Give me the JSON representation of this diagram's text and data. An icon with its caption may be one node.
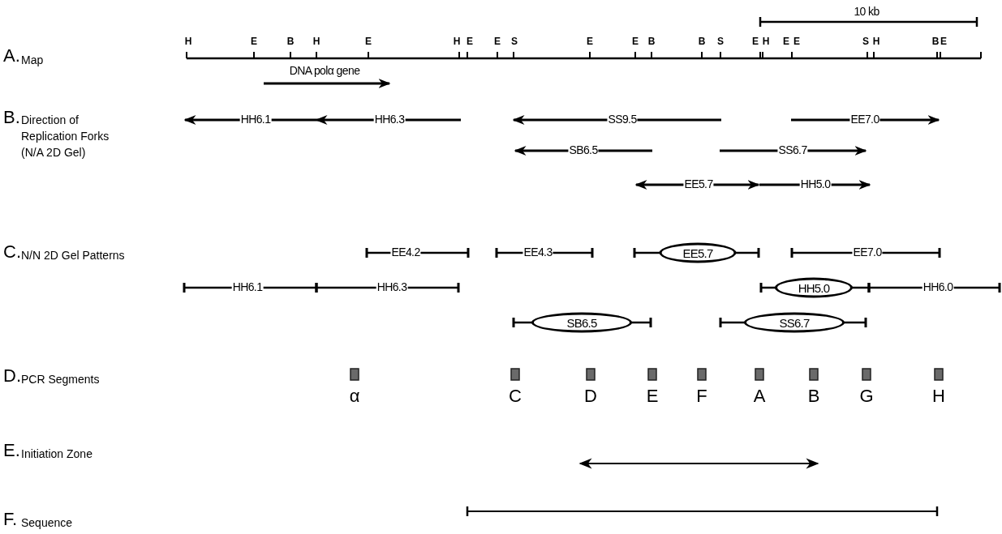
{
  "diagram": {
    "nodes": [
      {
        "text": [
          "EE5.7"
        ]
      },
      {
        "text": [
          "HH5.0"
        ]
      },
      {
        "text": [
          "SB6.5"
        ]
      },
      {
        "text": [
          "SS6.7"
        ]
      }
    ],
    "labels": [
      "10 kb",
      "H",
      "E",
      "B",
      "H",
      "E",
      "H",
      "E",
      "E",
      "S",
      "E",
      "E",
      "B",
      "B",
      "S",
      "E",
      "H",
      "E",
      "E",
      "S",
      "H",
      "B",
      "E",
      "A.",
      "Map",
      "DNA polα gene",
      "B.",
      "Direction of Replication Forks (N/A 2D Gel)",
      "HH6.1",
      "HH6.3",
      "SS9.5",
      "EE7.0",
      "SB6.5",
      "SS6.7",
      "EE5.7",
      "HH5.0",
      "C.",
      "N/N 2D Gel Patterns",
      "EE4.2",
      "EE4.3",
      "EE7.0",
      "HH6.1",
      "HH6.3",
      "HH6.0",
      "D.",
      "PCR Segments",
      "α",
      "C",
      "D",
      "E",
      "F",
      "A",
      "B",
      "G",
      "H",
      "E.",
      "Initiation Zone",
      "F.",
      "Sequence"
    ]
  }
}
